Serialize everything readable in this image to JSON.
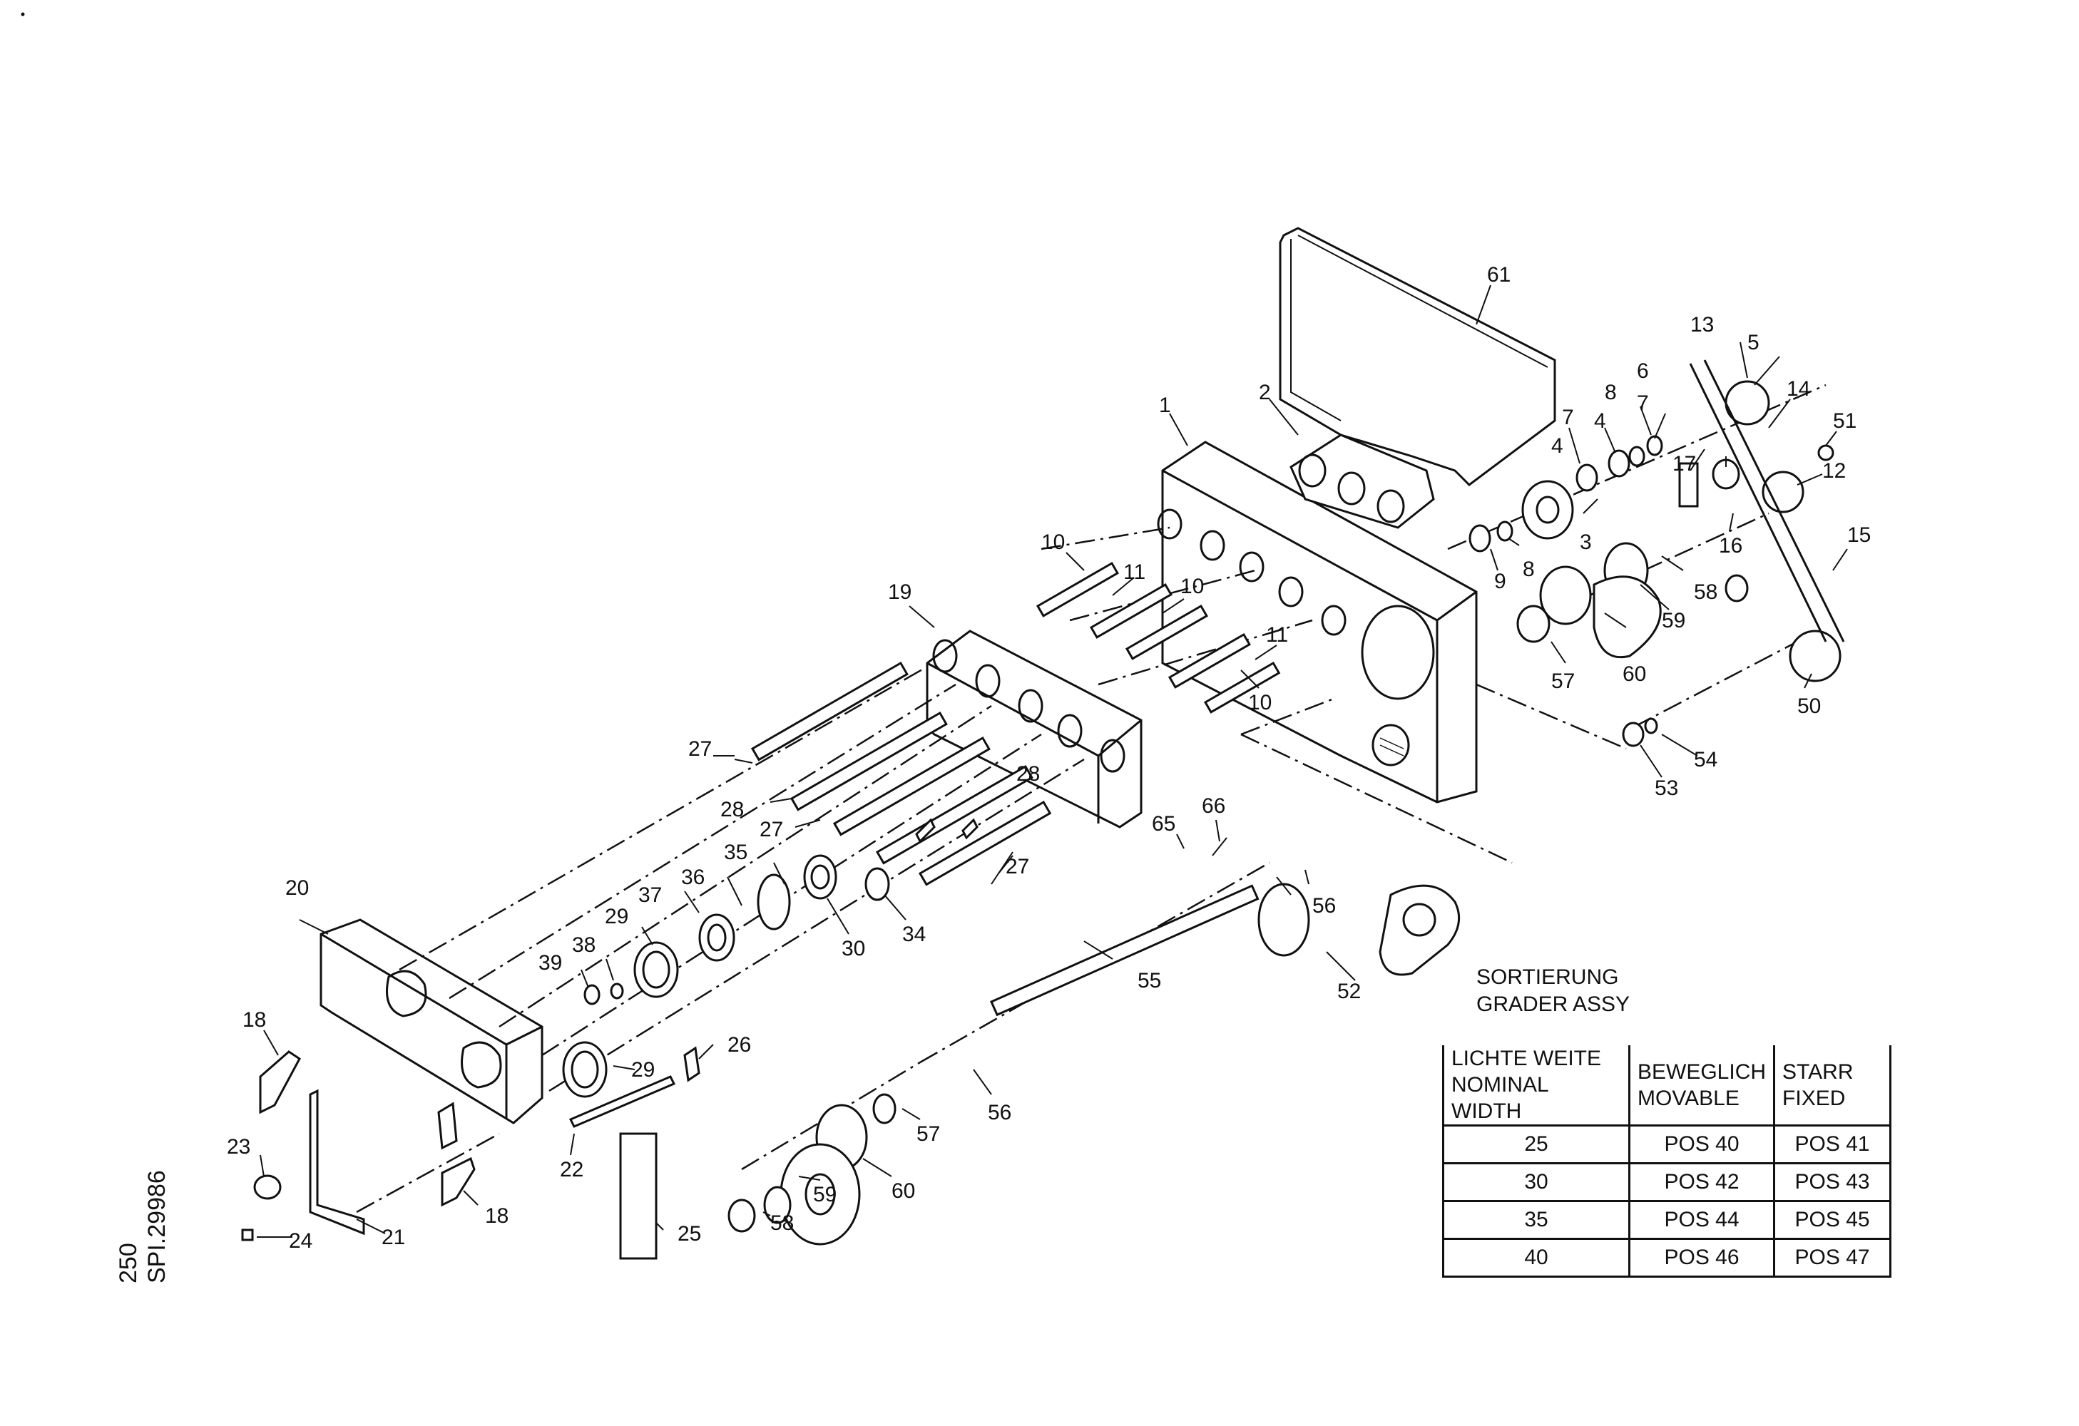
{
  "drawing": {
    "side_code": [
      "250",
      "SPI.29986"
    ],
    "callouts": [
      "61",
      "13",
      "5",
      "14",
      "51",
      "12",
      "15",
      "6",
      "7",
      "8",
      "7",
      "4",
      "4",
      "17",
      "3",
      "16",
      "9",
      "8",
      "58",
      "59",
      "60",
      "57",
      "50",
      "54",
      "53",
      "2",
      "1",
      "10",
      "11",
      "10",
      "11",
      "10",
      "19",
      "27",
      "28",
      "27",
      "28",
      "27",
      "35",
      "36",
      "37",
      "29",
      "39",
      "38",
      "30",
      "34",
      "65",
      "66",
      "56",
      "55",
      "52",
      "20",
      "18",
      "23",
      "24",
      "21",
      "22",
      "25",
      "26",
      "29",
      "58",
      "59",
      "60",
      "57",
      "56",
      "18"
    ],
    "title": [
      "SORTIERUNG",
      "GRADER ASSY"
    ],
    "table": {
      "headers": [
        [
          "LICHTE WEITE",
          "NOMINAL WIDTH"
        ],
        [
          "BEWEGLICH",
          "MOVABLE"
        ],
        [
          "STARR",
          "FIXED"
        ]
      ],
      "rows": [
        [
          "25",
          "POS 40",
          "POS 41"
        ],
        [
          "30",
          "POS 42",
          "POS 43"
        ],
        [
          "35",
          "POS 44",
          "POS 45"
        ],
        [
          "40",
          "POS 46",
          "POS 47"
        ]
      ]
    }
  }
}
